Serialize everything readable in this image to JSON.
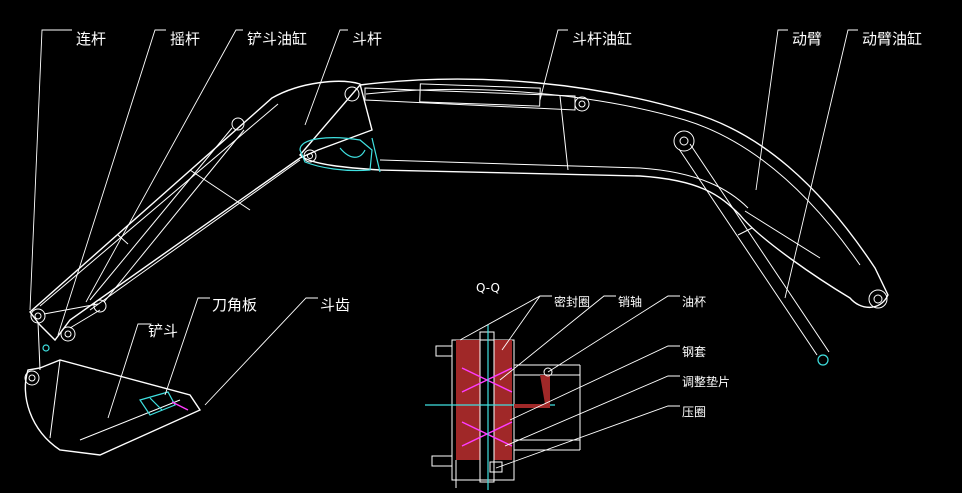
{
  "labels": {
    "link_rod": "连杆",
    "rocker": "摇杆",
    "bucket_cylinder": "铲斗油缸",
    "arm": "斗杆",
    "arm_cylinder": "斗杆油缸",
    "boom": "动臂",
    "boom_cylinder": "动臂油缸",
    "bucket": "铲斗",
    "side_cutter": "刀角板",
    "bucket_tooth": "斗齿"
  },
  "section": {
    "title": "Q-Q",
    "seal_ring": "密封圈",
    "pin_shaft": "销轴",
    "oil_cup": "油杯",
    "steel_sleeve": "钢套",
    "shim": "调整垫片",
    "press_ring": "压圈"
  },
  "colors": {
    "background": "#000000",
    "line": "#ffffff",
    "accent_cyan": "#3fe0e0",
    "section_fill": "#a02828",
    "cross_mark": "#ff3cff"
  }
}
